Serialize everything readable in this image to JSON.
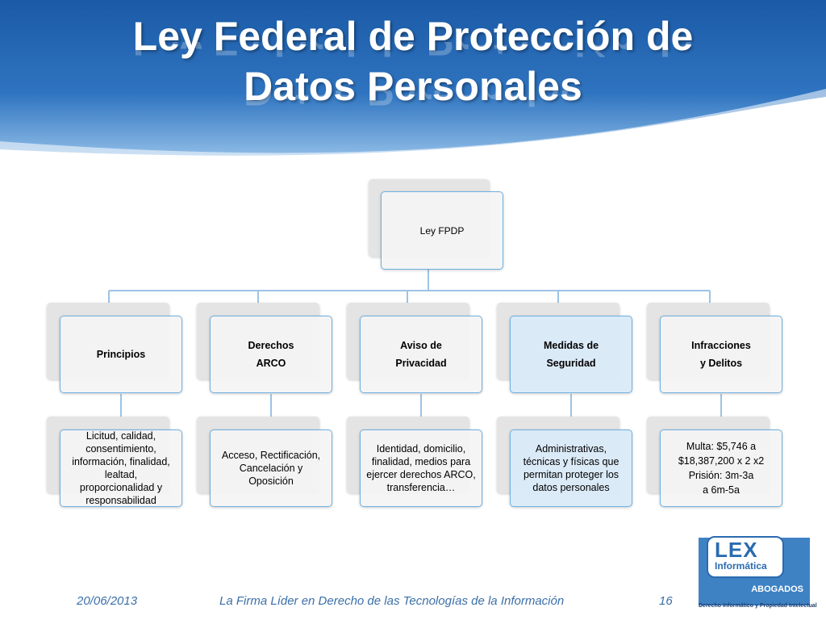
{
  "slide": {
    "title_line1": "Ley Federal de Protección de",
    "title_line2": "Datos Personales"
  },
  "diagram": {
    "root": "Ley FPDP",
    "branches": [
      {
        "heading": [
          "Principios"
        ],
        "detail": [
          "Licitud, calidad,",
          "consentimiento,",
          "información, finalidad,",
          "lealtad,",
          "proporcionalidad y",
          "responsabilidad"
        ]
      },
      {
        "heading": [
          "Derechos",
          "ARCO"
        ],
        "detail": [
          "Acceso,  Rectificación,",
          "Cancelación y",
          "Oposición"
        ]
      },
      {
        "heading": [
          "Aviso de",
          "Privacidad"
        ],
        "detail": [
          "Identidad, domicilio,",
          "finalidad, medios para",
          "ejercer derechos ARCO,",
          "transferencia…"
        ]
      },
      {
        "heading": [
          "Medidas de",
          "Seguridad"
        ],
        "detail": [
          "Administrativas,",
          "técnicas y físicas que",
          "permitan proteger los",
          "datos personales"
        ]
      },
      {
        "heading": [
          "Infracciones",
          "y Delitos"
        ],
        "detail": [
          "Multa: $5,746 a",
          "$18,387,200 x 2 x2",
          "Prisión: 3m-3a",
          "a 6m-5a"
        ]
      }
    ]
  },
  "footer": {
    "date": "20/06/2013",
    "tagline": "La Firma Líder en Derecho de las Tecnologías de la Información",
    "page_number": "16"
  },
  "logo": {
    "name": "LEX",
    "subtitle": "Informática",
    "label": "ABOGADOS",
    "tagline": "Derecho Informático y Propiedad Intelectual"
  },
  "colors": {
    "header_dark": "#1f5ea8",
    "header_light": "#6fa6dc",
    "box_border": "#6fb0e0",
    "footer_text": "#3b6fa8"
  }
}
